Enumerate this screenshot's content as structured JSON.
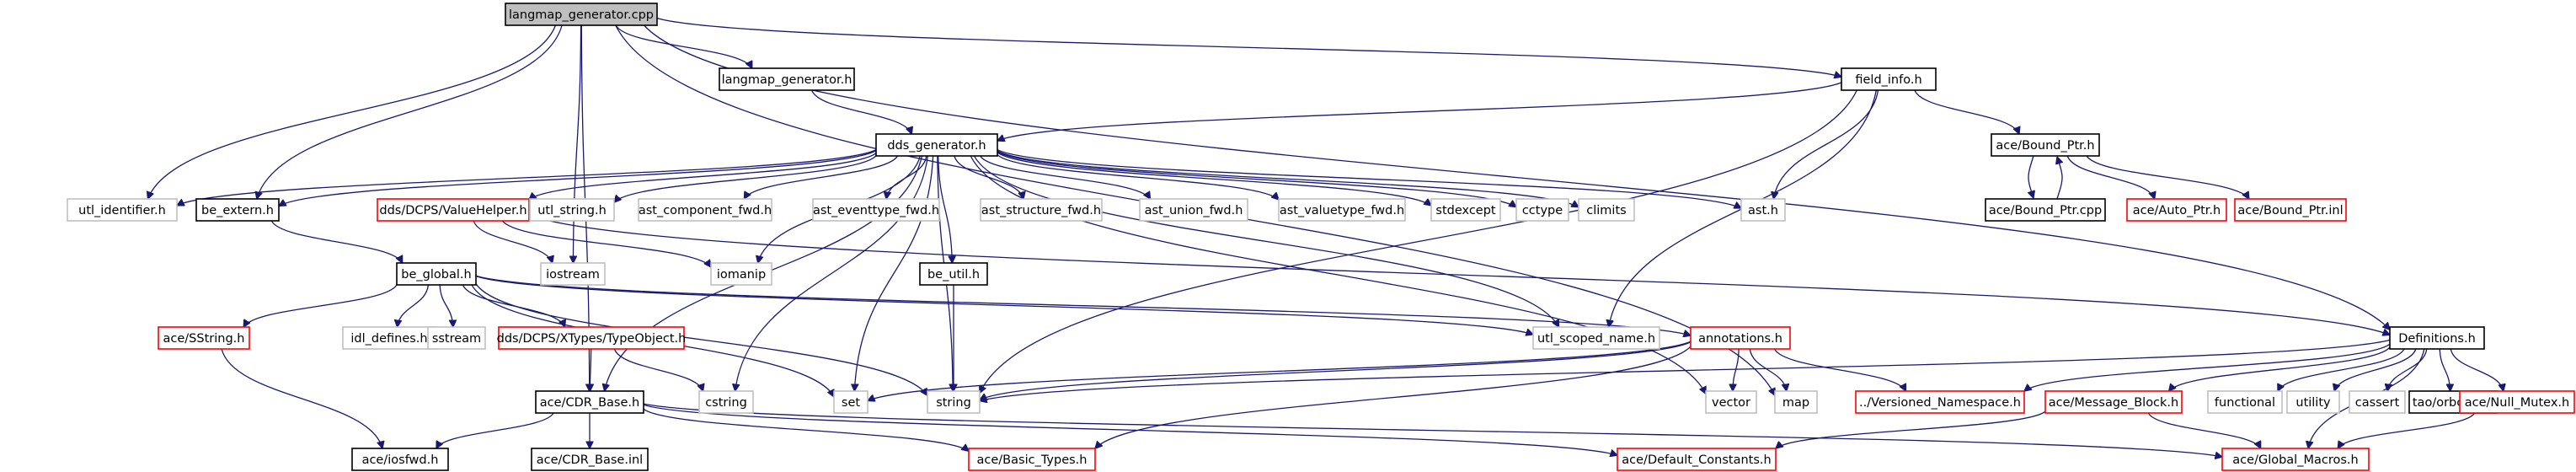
{
  "colors": {
    "edge": "#191970",
    "normal_border": "#000000",
    "missing_border": "#bfbfbf",
    "truncated_border": "#ff0000",
    "root_fill": "#bfbfbf",
    "text": "#000000"
  },
  "nodes": [
    {
      "id": "langmap_generator_cpp",
      "label": "langmap_generator.cpp",
      "kind": "root"
    },
    {
      "id": "langmap_generator_h",
      "label": "langmap_generator.h",
      "kind": "normal"
    },
    {
      "id": "field_info_h",
      "label": "field_info.h",
      "kind": "normal"
    },
    {
      "id": "dds_generator_h",
      "label": "dds_generator.h",
      "kind": "normal"
    },
    {
      "id": "ace_bound_ptr_h",
      "label": "ace/Bound_Ptr.h",
      "kind": "normal"
    },
    {
      "id": "utl_identifier_h",
      "label": "utl_identifier.h",
      "kind": "missing"
    },
    {
      "id": "be_extern_h",
      "label": "be_extern.h",
      "kind": "normal"
    },
    {
      "id": "valuehelper_h",
      "label": "dds/DCPS/ValueHelper.h",
      "kind": "truncated"
    },
    {
      "id": "utl_string_h",
      "label": "utl_string.h",
      "kind": "missing"
    },
    {
      "id": "ast_component_fwd_h",
      "label": "ast_component_fwd.h",
      "kind": "missing"
    },
    {
      "id": "ast_eventtype_fwd_h",
      "label": "ast_eventtype_fwd.h",
      "kind": "missing"
    },
    {
      "id": "ast_structure_fwd_h",
      "label": "ast_structure_fwd.h",
      "kind": "missing"
    },
    {
      "id": "ast_union_fwd_h",
      "label": "ast_union_fwd.h",
      "kind": "missing"
    },
    {
      "id": "ast_valuetype_fwd_h",
      "label": "ast_valuetype_fwd.h",
      "kind": "missing"
    },
    {
      "id": "stdexcept",
      "label": "stdexcept",
      "kind": "missing"
    },
    {
      "id": "cctype",
      "label": "cctype",
      "kind": "missing"
    },
    {
      "id": "climits",
      "label": "climits",
      "kind": "missing"
    },
    {
      "id": "ast_h",
      "label": "ast.h",
      "kind": "missing"
    },
    {
      "id": "ace_bound_ptr_cpp",
      "label": "ace/Bound_Ptr.cpp",
      "kind": "normal"
    },
    {
      "id": "ace_auto_ptr_h",
      "label": "ace/Auto_Ptr.h",
      "kind": "truncated"
    },
    {
      "id": "ace_bound_ptr_inl",
      "label": "ace/Bound_Ptr.inl",
      "kind": "truncated"
    },
    {
      "id": "iostream",
      "label": "iostream",
      "kind": "missing"
    },
    {
      "id": "iomanip",
      "label": "iomanip",
      "kind": "missing"
    },
    {
      "id": "be_global_h",
      "label": "be_global.h",
      "kind": "normal"
    },
    {
      "id": "be_util_h",
      "label": "be_util.h",
      "kind": "normal"
    },
    {
      "id": "ace_sstring_h",
      "label": "ace/SString.h",
      "kind": "truncated"
    },
    {
      "id": "idl_defines_h",
      "label": "idl_defines.h",
      "kind": "missing"
    },
    {
      "id": "sstream",
      "label": "sstream",
      "kind": "missing"
    },
    {
      "id": "typeobject_h",
      "label": "dds/DCPS/XTypes/TypeObject.h",
      "kind": "truncated"
    },
    {
      "id": "utl_scoped_name_h",
      "label": "utl_scoped_name.h",
      "kind": "missing"
    },
    {
      "id": "annotations_h",
      "label": "annotations.h",
      "kind": "truncated"
    },
    {
      "id": "definitions_h",
      "label": "Definitions.h",
      "kind": "normal"
    },
    {
      "id": "set",
      "label": "set",
      "kind": "missing"
    },
    {
      "id": "string",
      "label": "string",
      "kind": "missing"
    },
    {
      "id": "cstring",
      "label": "cstring",
      "kind": "missing"
    },
    {
      "id": "ace_cdr_base_h",
      "label": "ace/CDR_Base.h",
      "kind": "normal"
    },
    {
      "id": "vector",
      "label": "vector",
      "kind": "missing"
    },
    {
      "id": "map",
      "label": "map",
      "kind": "missing"
    },
    {
      "id": "versioned_namespace_h",
      "label": "../Versioned_Namespace.h",
      "kind": "truncated"
    },
    {
      "id": "ace_message_block_h",
      "label": "ace/Message_Block.h",
      "kind": "truncated"
    },
    {
      "id": "functional",
      "label": "functional",
      "kind": "missing"
    },
    {
      "id": "utility",
      "label": "utility",
      "kind": "missing"
    },
    {
      "id": "cassert",
      "label": "cassert",
      "kind": "missing"
    },
    {
      "id": "tao_orbconf_h",
      "label": "tao/orbconf.h",
      "kind": "normal"
    },
    {
      "id": "ace_null_mutex_h",
      "label": "ace/Null_Mutex.h",
      "kind": "truncated"
    },
    {
      "id": "ace_iosfwd_h",
      "label": "ace/iosfwd.h",
      "kind": "normal"
    },
    {
      "id": "ace_cdr_base_inl",
      "label": "ace/CDR_Base.inl",
      "kind": "normal"
    },
    {
      "id": "ace_basic_types_h",
      "label": "ace/Basic_Types.h",
      "kind": "truncated"
    },
    {
      "id": "ace_default_constants_h",
      "label": "ace/Default_Constants.h",
      "kind": "truncated"
    },
    {
      "id": "ace_global_macros_h",
      "label": "ace/Global_Macros.h",
      "kind": "truncated"
    }
  ],
  "edges": [
    [
      "langmap_generator_cpp",
      "langmap_generator_h"
    ],
    [
      "langmap_generator_cpp",
      "field_info_h"
    ],
    [
      "langmap_generator_cpp",
      "utl_identifier_h"
    ],
    [
      "langmap_generator_cpp",
      "be_extern_h"
    ],
    [
      "langmap_generator_cpp",
      "ace_cdr_base_h"
    ],
    [
      "langmap_generator_cpp",
      "iostream"
    ],
    [
      "langmap_generator_cpp",
      "map"
    ],
    [
      "langmap_generator_cpp",
      "definitions_h"
    ],
    [
      "langmap_generator_h",
      "dds_generator_h"
    ],
    [
      "field_info_h",
      "dds_generator_h"
    ],
    [
      "field_info_h",
      "ace_bound_ptr_h"
    ],
    [
      "field_info_h",
      "ast_h"
    ],
    [
      "field_info_h",
      "utl_scoped_name_h"
    ],
    [
      "field_info_h",
      "string"
    ],
    [
      "dds_generator_h",
      "utl_identifier_h"
    ],
    [
      "dds_generator_h",
      "be_extern_h"
    ],
    [
      "dds_generator_h",
      "valuehelper_h"
    ],
    [
      "dds_generator_h",
      "utl_string_h"
    ],
    [
      "dds_generator_h",
      "ast_component_fwd_h"
    ],
    [
      "dds_generator_h",
      "ast_eventtype_fwd_h"
    ],
    [
      "dds_generator_h",
      "ast_structure_fwd_h"
    ],
    [
      "dds_generator_h",
      "ast_union_fwd_h"
    ],
    [
      "dds_generator_h",
      "ast_valuetype_fwd_h"
    ],
    [
      "dds_generator_h",
      "stdexcept"
    ],
    [
      "dds_generator_h",
      "cctype"
    ],
    [
      "dds_generator_h",
      "climits"
    ],
    [
      "dds_generator_h",
      "ast_h"
    ],
    [
      "dds_generator_h",
      "iomanip"
    ],
    [
      "dds_generator_h",
      "be_util_h"
    ],
    [
      "dds_generator_h",
      "utl_scoped_name_h"
    ],
    [
      "dds_generator_h",
      "set"
    ],
    [
      "dds_generator_h",
      "string"
    ],
    [
      "dds_generator_h",
      "cstring"
    ],
    [
      "dds_generator_h",
      "ace_cdr_base_h"
    ],
    [
      "dds_generator_h",
      "vector"
    ],
    [
      "ace_bound_ptr_h",
      "ace_bound_ptr_cpp"
    ],
    [
      "ace_bound_ptr_h",
      "ace_auto_ptr_h"
    ],
    [
      "ace_bound_ptr_h",
      "ace_bound_ptr_inl"
    ],
    [
      "ace_bound_ptr_cpp",
      "ace_bound_ptr_h"
    ],
    [
      "be_extern_h",
      "be_global_h"
    ],
    [
      "valuehelper_h",
      "iostream"
    ],
    [
      "valuehelper_h",
      "iomanip"
    ],
    [
      "valuehelper_h",
      "definitions_h"
    ],
    [
      "be_util_h",
      "string"
    ],
    [
      "be_global_h",
      "ace_sstring_h"
    ],
    [
      "be_global_h",
      "idl_defines_h"
    ],
    [
      "be_global_h",
      "sstream"
    ],
    [
      "be_global_h",
      "typeobject_h"
    ],
    [
      "be_global_h",
      "set"
    ],
    [
      "be_global_h",
      "string"
    ],
    [
      "be_global_h",
      "utl_scoped_name_h"
    ],
    [
      "be_global_h",
      "annotations_h"
    ],
    [
      "ace_sstring_h",
      "ace_iosfwd_h"
    ],
    [
      "typeobject_h",
      "ace_cdr_base_h"
    ],
    [
      "typeobject_h",
      "cstring"
    ],
    [
      "annotations_h",
      "set"
    ],
    [
      "annotations_h",
      "string"
    ],
    [
      "annotations_h",
      "vector"
    ],
    [
      "annotations_h",
      "map"
    ],
    [
      "annotations_h",
      "versioned_namespace_h"
    ],
    [
      "annotations_h",
      "ace_basic_types_h"
    ],
    [
      "definitions_h",
      "string"
    ],
    [
      "definitions_h",
      "versioned_namespace_h"
    ],
    [
      "definitions_h",
      "ace_message_block_h"
    ],
    [
      "definitions_h",
      "functional"
    ],
    [
      "definitions_h",
      "utility"
    ],
    [
      "definitions_h",
      "cassert"
    ],
    [
      "definitions_h",
      "tao_orbconf_h"
    ],
    [
      "definitions_h",
      "ace_null_mutex_h"
    ],
    [
      "definitions_h",
      "ace_global_macros_h"
    ],
    [
      "ace_message_block_h",
      "ace_default_constants_h"
    ],
    [
      "ace_message_block_h",
      "ace_global_macros_h"
    ],
    [
      "ace_null_mutex_h",
      "ace_global_macros_h"
    ],
    [
      "ace_cdr_base_h",
      "ace_iosfwd_h"
    ],
    [
      "ace_cdr_base_h",
      "ace_cdr_base_inl"
    ],
    [
      "ace_cdr_base_h",
      "ace_basic_types_h"
    ],
    [
      "ace_cdr_base_h",
      "ace_default_constants_h"
    ],
    [
      "ace_cdr_base_h",
      "ace_global_macros_h"
    ]
  ]
}
